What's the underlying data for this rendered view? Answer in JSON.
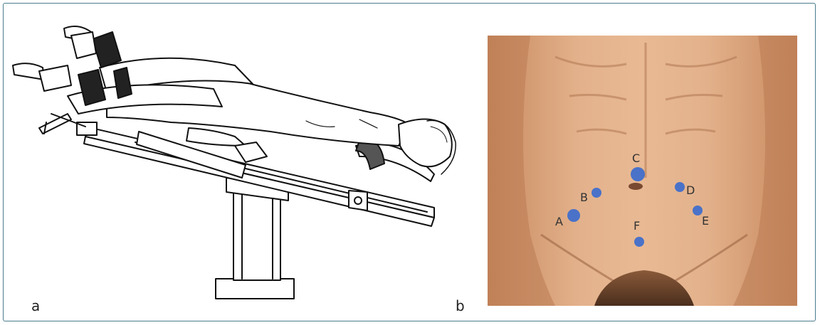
{
  "panels": {
    "a": {
      "label": "a"
    },
    "b": {
      "label": "b"
    }
  },
  "ports": [
    {
      "label": "A"
    },
    {
      "label": "B"
    },
    {
      "label": "C"
    },
    {
      "label": "D"
    },
    {
      "label": "E"
    },
    {
      "label": "F"
    }
  ],
  "colors": {
    "border": "#4a7d8c",
    "port_dot": "#4a72c8",
    "skin": "#d7a07a"
  }
}
